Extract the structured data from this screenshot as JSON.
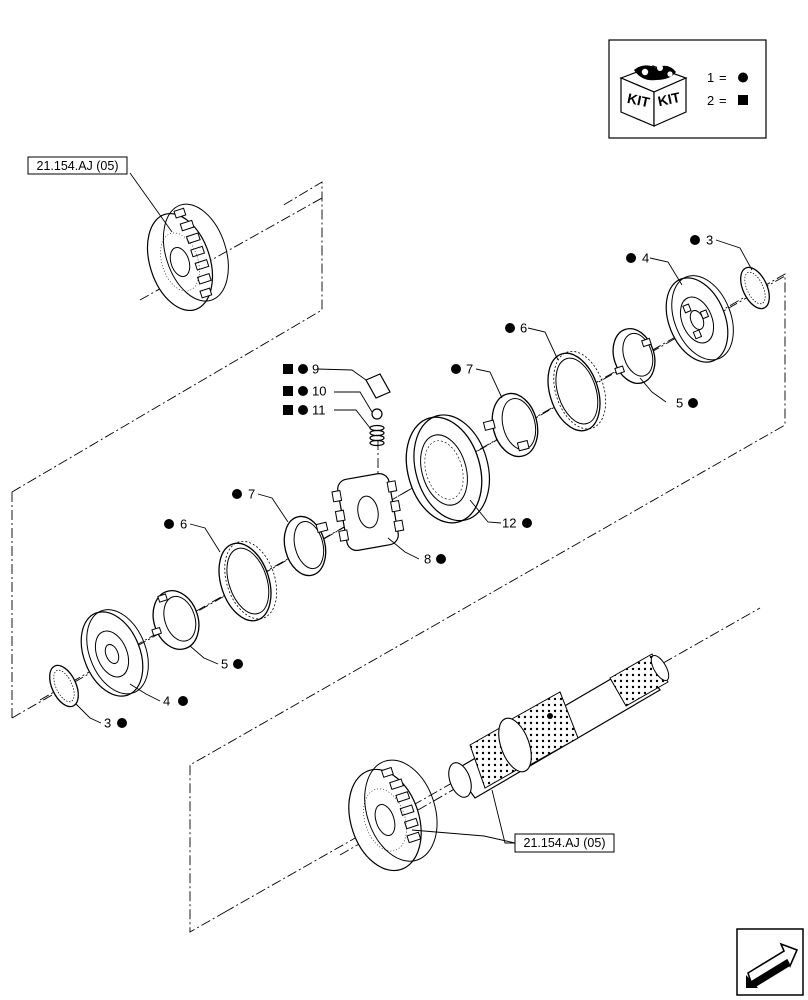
{
  "kit_legend": {
    "kit_text_left": "KIT",
    "kit_text_right": "KIT",
    "entries": [
      {
        "number": "1",
        "equals": "=",
        "symbol": "circle-icon"
      },
      {
        "number": "2",
        "equals": "=",
        "symbol": "square-icon"
      }
    ]
  },
  "references": {
    "top": "21.154.AJ (05)",
    "bottom": "21.154.AJ (05)"
  },
  "callouts": {
    "c3_right": "3",
    "c4_right": "4",
    "c5_right": "5",
    "c6_right": "6",
    "c7_right": "7",
    "c9": "9",
    "c10": "10",
    "c11": "11",
    "c12": "12",
    "c8": "8",
    "c7_left": "7",
    "c6_left": "6",
    "c5_left": "5",
    "c4_left": "4",
    "c3_left": "3"
  },
  "nav": {
    "icon": "next-page-arrow-icon"
  }
}
